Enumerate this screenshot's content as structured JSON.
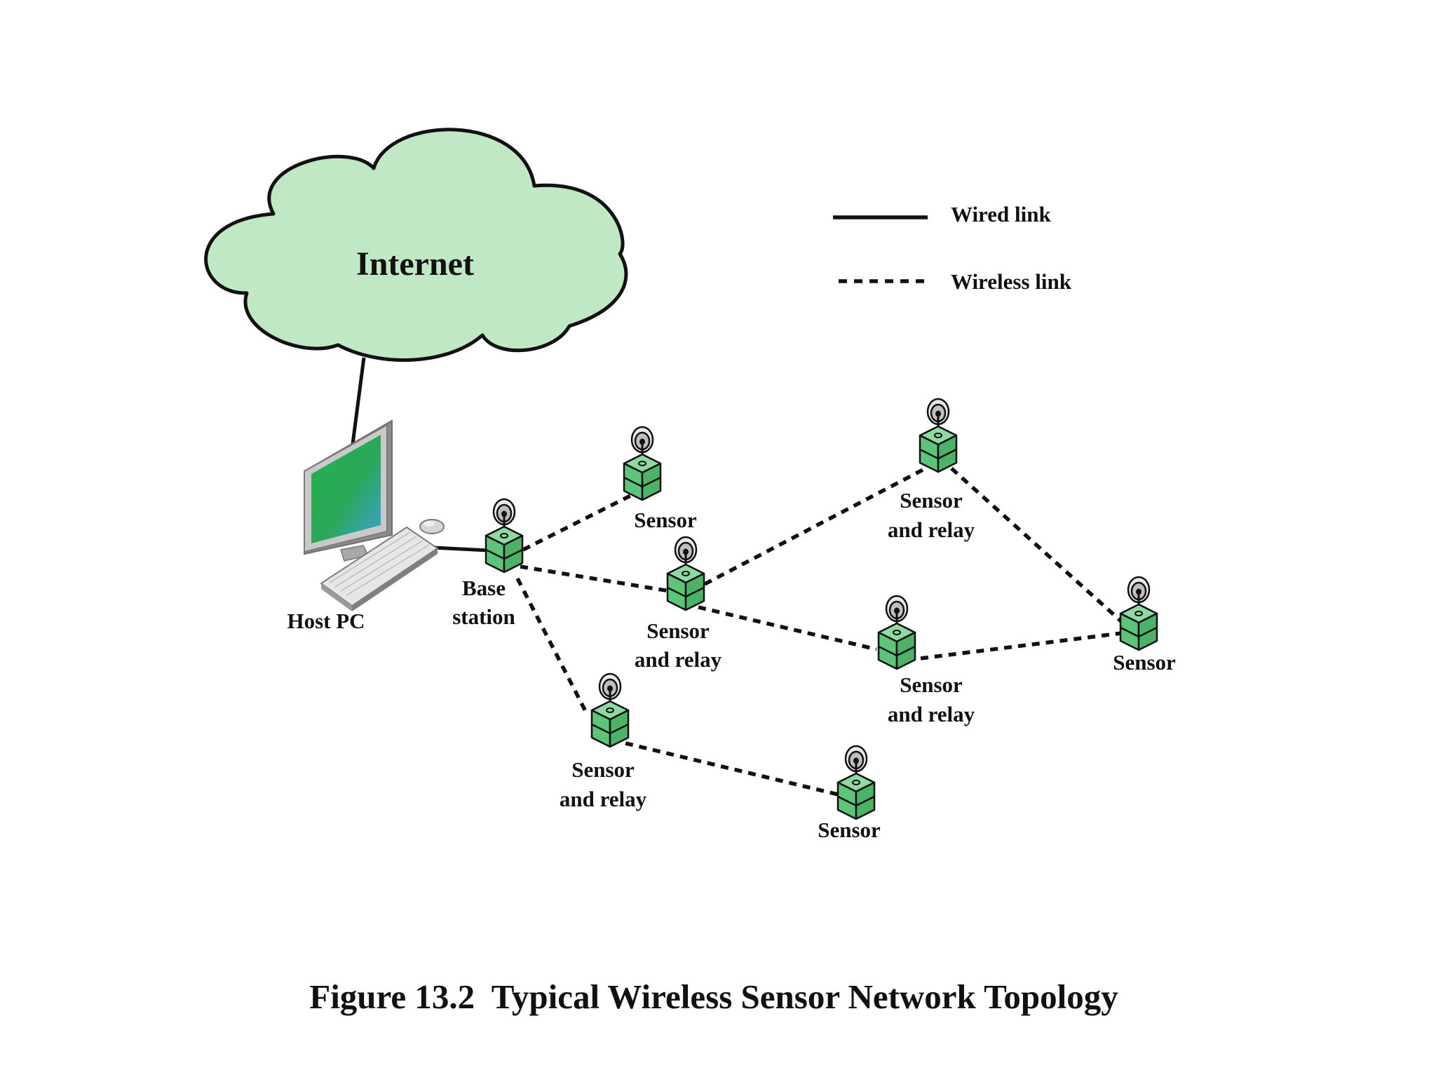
{
  "cloud": {
    "label": "Internet"
  },
  "legend": {
    "wired": "Wired link",
    "wireless": "Wireless link"
  },
  "host": {
    "label": "Host PC"
  },
  "base": {
    "line1": "Base",
    "line2": "station"
  },
  "nodes": {
    "sensor_top": {
      "line1": "Sensor"
    },
    "relay_center": {
      "line1": "Sensor",
      "line2": "and relay"
    },
    "relay_top_right": {
      "line1": "Sensor",
      "line2": "and relay"
    },
    "relay_mid_right": {
      "line1": "Sensor",
      "line2": "and relay"
    },
    "sensor_right": {
      "line1": "Sensor"
    },
    "relay_bottom": {
      "line1": "Sensor",
      "line2": "and relay"
    },
    "sensor_bottom": {
      "line1": "Sensor"
    }
  },
  "caption": "Figure 13.2  Typical Wireless Sensor Network Topology",
  "colors": {
    "cloud_fill": "#c1e8c4",
    "node_fill": "#5cc57a",
    "node_top": "#8fdaa2"
  }
}
